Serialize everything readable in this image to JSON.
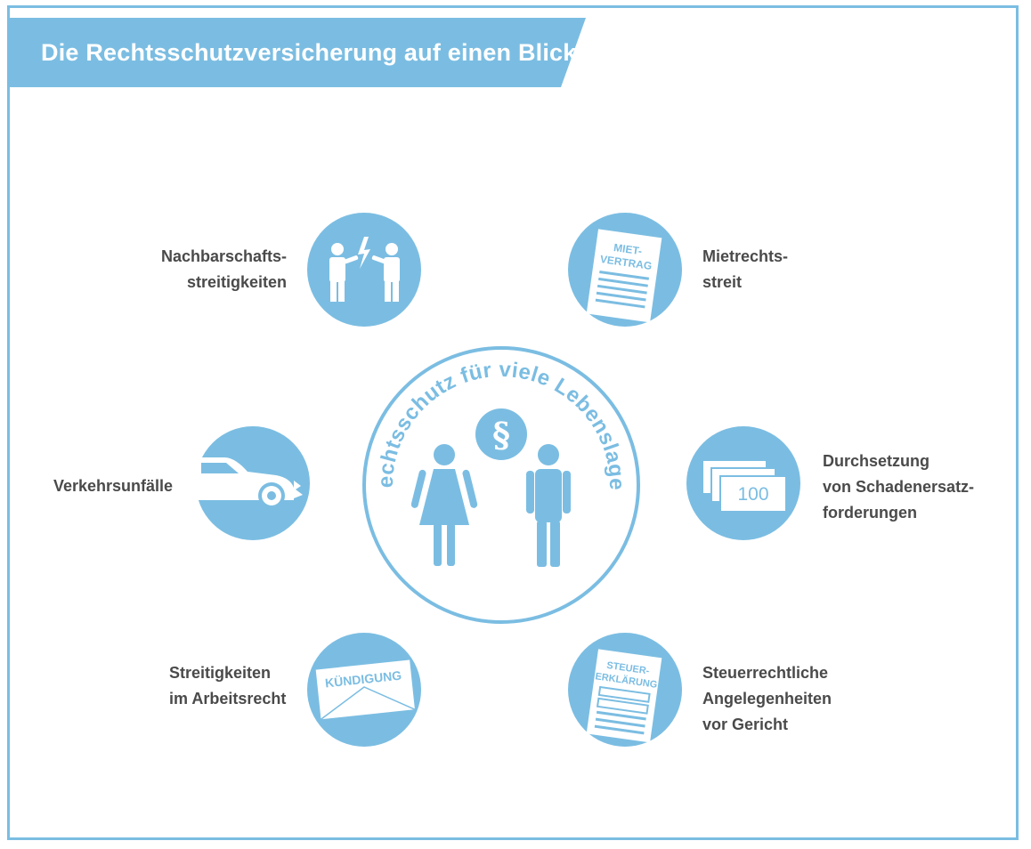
{
  "title": "Die Rechtsschutzversicherung auf einen Blick",
  "center": {
    "arc_text": "Rechtsschutz für viele Lebenslagen",
    "symbol": "§"
  },
  "items": [
    {
      "lines": [
        "Nachbarschafts-",
        "streitigkeiten"
      ],
      "icon": "neighbor-dispute-icon"
    },
    {
      "lines": [
        "Mietrechts-",
        "streit"
      ],
      "icon": "lease-document-icon",
      "doc_text": [
        "MIET-",
        "VERTRAG"
      ]
    },
    {
      "lines": [
        "Verkehrsunfälle"
      ],
      "icon": "car-accident-icon"
    },
    {
      "lines": [
        "Durchsetzung",
        "von Schadenersatz-",
        "forderungen"
      ],
      "icon": "money-bills-icon",
      "doc_text": [
        "100"
      ]
    },
    {
      "lines": [
        "Streitigkeiten",
        "im Arbeitsrecht"
      ],
      "icon": "termination-envelope-icon",
      "doc_text": [
        "KÜNDIGUNG"
      ]
    },
    {
      "lines": [
        "Steuerrechtliche",
        "Angelegenheiten",
        "vor Gericht"
      ],
      "icon": "tax-document-icon",
      "doc_text": [
        "STEUER-",
        "ERKLÄRUNG"
      ]
    }
  ],
  "colors": {
    "accent": "#7bbde2",
    "text": "#4a4a4a",
    "light": "#ffffff"
  }
}
